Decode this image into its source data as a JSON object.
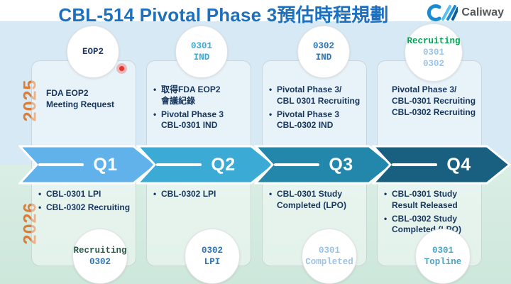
{
  "header": {
    "title": "CBL-514 Pivotal Phase 3預估時程規劃",
    "title_color": "#1D70BE",
    "logo_text": "Caliway"
  },
  "years": {
    "top": {
      "label": "2025",
      "color": "#DE7C33"
    },
    "bottom": {
      "label": "2026",
      "color": "#DE7C33"
    }
  },
  "quarters": [
    {
      "label": "Q1",
      "arrow_color": "#61B2EB",
      "top_circle": {
        "lines": [
          {
            "text": "EOP2",
            "color": "#1F3864"
          }
        ],
        "pointer_dot": true
      },
      "top_items": [
        {
          "bullet": "",
          "text": "FDA EOP2\nMeeting Request"
        }
      ],
      "bottom_items": [
        {
          "bullet": "•",
          "text": "CBL-0301 LPI"
        },
        {
          "bullet": "•",
          "text": "CBL-0302 Recruiting"
        }
      ],
      "bottom_circle": {
        "lines": [
          {
            "text": "Recruiting",
            "color": "#2A5C4E"
          },
          {
            "text": "0302",
            "color": "#2E74B5"
          }
        ]
      }
    },
    {
      "label": "Q2",
      "arrow_color": "#3BABD6",
      "top_circle": {
        "lines": [
          {
            "text": "0301",
            "color": "#3FA9D6"
          },
          {
            "text": "IND",
            "color": "#3FA9D6"
          }
        ]
      },
      "top_items": [
        {
          "bullet": "•",
          "text": "取得FDA EOP2\n會議紀錄"
        },
        {
          "bullet": "•",
          "text": "Pivotal Phase 3\nCBL-0301 IND"
        }
      ],
      "bottom_items": [
        {
          "bullet": "•",
          "text": "CBL-0302 LPI"
        }
      ],
      "bottom_circle": {
        "lines": [
          {
            "text": "0302",
            "color": "#2E74B5"
          },
          {
            "text": "LPI",
            "color": "#2E74B5"
          }
        ]
      }
    },
    {
      "label": "Q3",
      "arrow_color": "#2387AC",
      "top_circle": {
        "lines": [
          {
            "text": "0302",
            "color": "#2E74B5"
          },
          {
            "text": "IND",
            "color": "#2E74B5"
          }
        ]
      },
      "top_items": [
        {
          "bullet": "•",
          "text": "Pivotal Phase 3/\nCBL 0301 Recruiting"
        },
        {
          "bullet": "•",
          "text": "Pivotal Phase 3\nCBL-0302 IND"
        }
      ],
      "bottom_items": [
        {
          "bullet": "•",
          "text": "CBL-0301 Study\nCompleted (LPO)"
        }
      ],
      "bottom_circle": {
        "lines": [
          {
            "text": "0301",
            "color": "#9DC3E6"
          },
          {
            "text": "Completed",
            "color": "#9DC3E6"
          }
        ]
      }
    },
    {
      "label": "Q4",
      "arrow_color": "#195F80",
      "top_circle": {
        "lines": [
          {
            "text": "Recruiting",
            "color": "#00A454"
          },
          {
            "text": "0301",
            "color": "#9DC3E6"
          },
          {
            "text": "0302",
            "color": "#9DC3E6"
          }
        ]
      },
      "top_items": [
        {
          "bullet": "",
          "text": "Pivotal Phase 3/\nCBL-0301 Recruiting\nCBL-0302 Recruiting"
        }
      ],
      "bottom_items": [
        {
          "bullet": "•",
          "text": "CBL-0301 Study\nResult Released"
        },
        {
          "bullet": "•",
          "text": "CBL-0302 Study\nCompleted (LPO)"
        }
      ],
      "bottom_circle": {
        "lines": [
          {
            "text": "0301",
            "color": "#4AA5C8"
          },
          {
            "text": "Topline",
            "color": "#4AA5C8"
          }
        ]
      }
    }
  ]
}
